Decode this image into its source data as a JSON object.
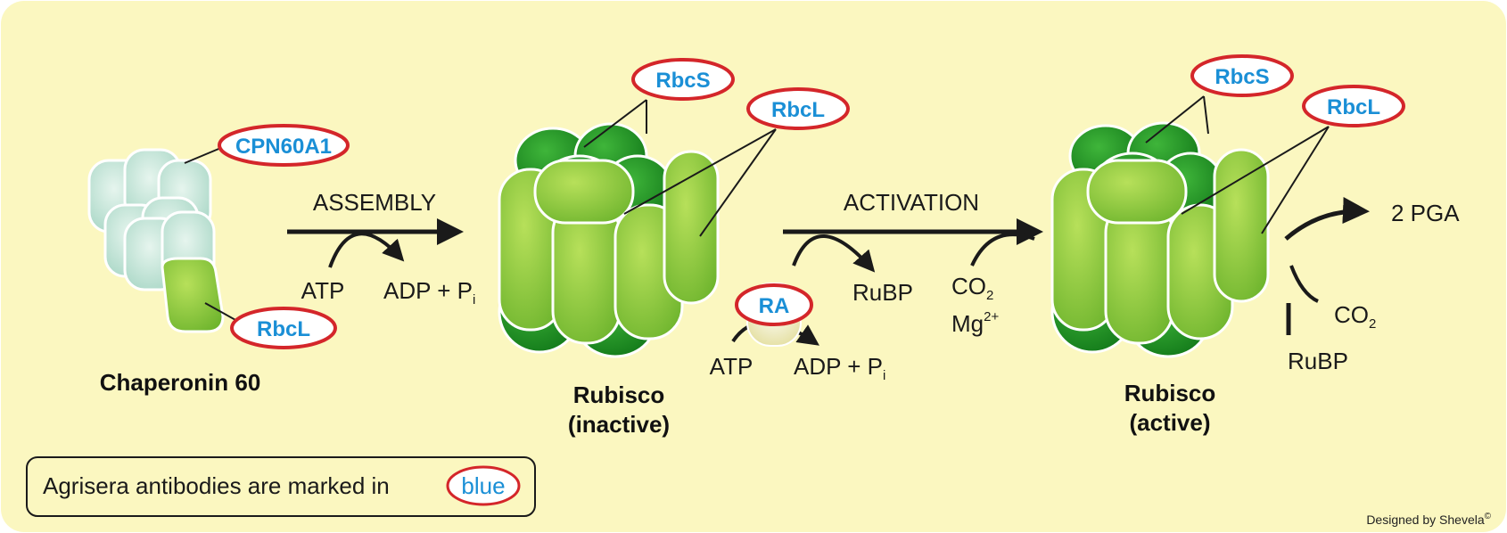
{
  "colors": {
    "background": "#fbf7c0",
    "antibody_text": "#1a8fd6",
    "antibody_ring": "#d4262a",
    "dark_green": "#1f8a1f",
    "mid_green": "#3aa82c",
    "light_green": "#8dc63f",
    "chaperonin": "#bfe3d6"
  },
  "labels": {
    "cpn60a1": "CPN60A1",
    "rbcl": "RbcL",
    "rbcs": "RbcS",
    "ra": "RA",
    "assembly": "ASSEMBLY",
    "activation": "ACTIVATION",
    "atp": "ATP",
    "adp": "ADP + P",
    "adp_sub": "i",
    "rubp": "RuBP",
    "co2": "CO",
    "co2_sub": "2",
    "mg": "Mg",
    "mg_sup": "2+",
    "pga": "2 PGA",
    "chaperonin_60": "Chaperonin 60",
    "rubisco": "Rubisco",
    "inactive": "(inactive)",
    "active": "(active)",
    "legend_text": "Agrisera antibodies are marked in",
    "legend_blue": "blue",
    "credit": "Designed by Shevela",
    "credit_mark": "©"
  }
}
